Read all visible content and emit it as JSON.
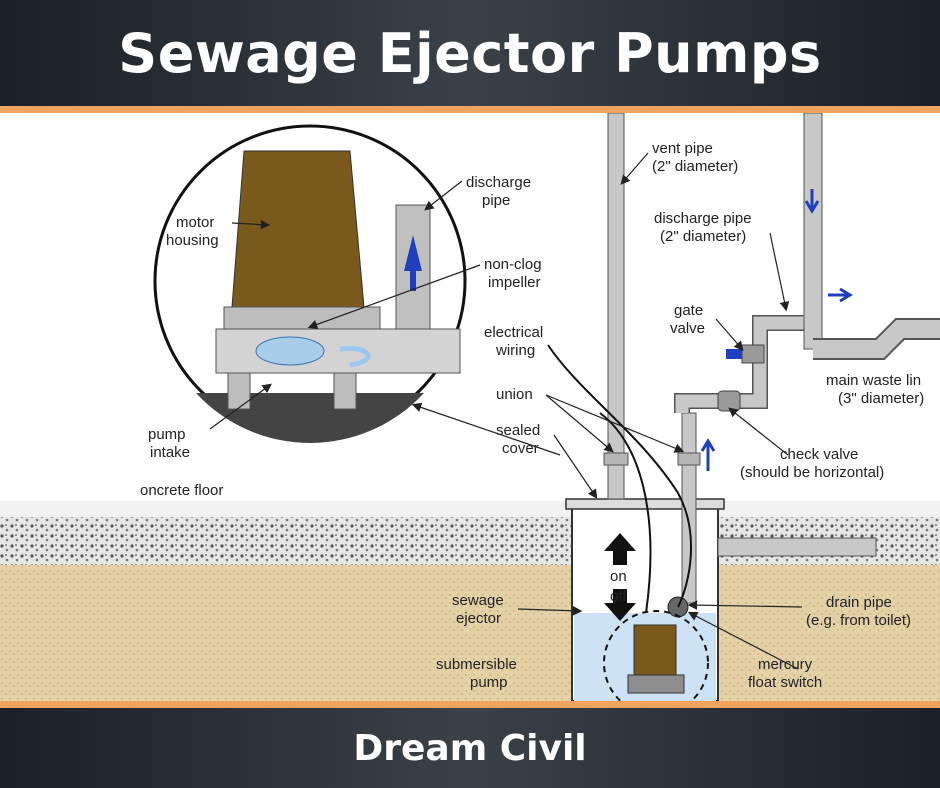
{
  "header": {
    "title": "Sewage Ejector Pumps"
  },
  "footer": {
    "brand": "Dream Civil"
  },
  "colors": {
    "banner": "#252b31",
    "accent": "#f0a35c",
    "pipe": "#c8c8c8",
    "motor": "#7a5a1c",
    "water": "#cde2f5",
    "soil": "#e4d2a6",
    "flow_arrow": "#1f3fbf"
  },
  "labels": {
    "vent_pipe": "vent pipe",
    "vent_pipe_size": "(2\" diameter)",
    "discharge_pipe": "discharge pipe",
    "discharge_pipe_size": "(2\" diameter)",
    "gate_valve_1": "gate",
    "gate_valve_2": "valve",
    "main_waste_1": "main waste lin",
    "main_waste_2": "(3\" diameter)",
    "check_valve_1": "check valve",
    "check_valve_2": "(should be horizontal)",
    "electrical_1": "electrical",
    "electrical_2": "wiring",
    "union": "union",
    "sealed_1": "sealed",
    "sealed_2": "cover",
    "concrete_floor": "oncrete floor",
    "on": "on",
    "off": "off",
    "sewage_1": "sewage",
    "sewage_2": "ejector",
    "submersible_1": "submersible",
    "submersible_2": "pump",
    "drain_1": "drain pipe",
    "drain_2": "(e.g. from toilet)",
    "mercury_1": "mercury",
    "mercury_2": "float switch",
    "inset_discharge_1": "discharge",
    "inset_discharge_2": "pipe",
    "motor_1": "motor",
    "motor_2": "housing",
    "nonclog_1": "non-clog",
    "nonclog_2": "impeller",
    "intake_1": "pump",
    "intake_2": "intake"
  }
}
